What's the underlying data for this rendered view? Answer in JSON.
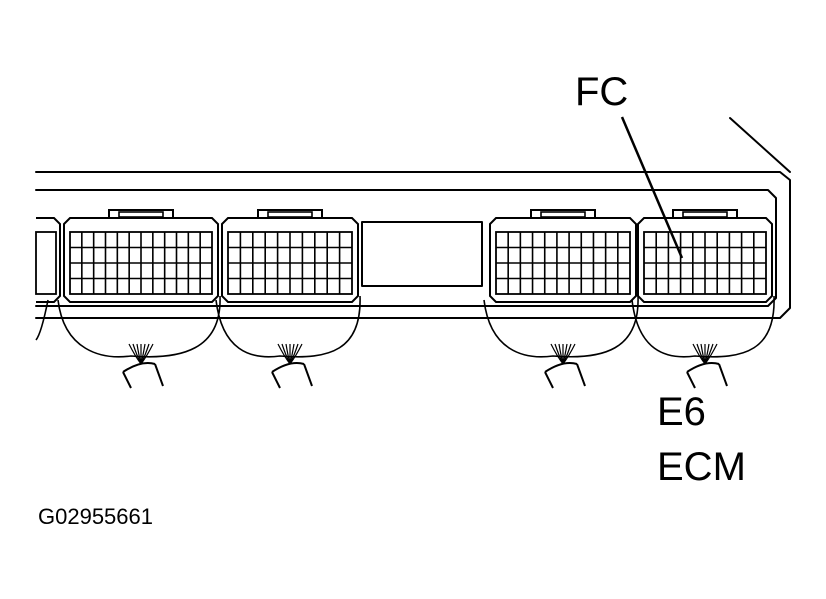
{
  "labels": {
    "pointer_label": "FC",
    "connector_label": "E6",
    "component_label": "ECM",
    "figure_id": "G02955661"
  },
  "colors": {
    "line": "#000000",
    "background": "#ffffff"
  }
}
